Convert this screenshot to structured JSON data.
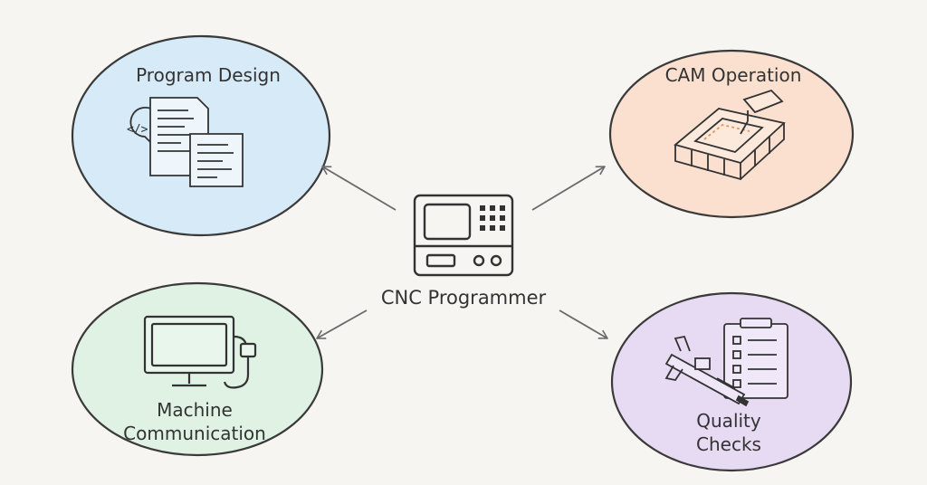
{
  "center": {
    "label": "CNC Programmer",
    "icon": "cnc-controller-icon"
  },
  "nodes": {
    "program_design": {
      "label": "Program Design",
      "color": "#d6eaf8",
      "icon": "code-documents-icon"
    },
    "cam_operation": {
      "label": "CAM Operation",
      "color": "#fbe0cf",
      "icon": "milling-block-icon"
    },
    "machine_communication": {
      "label_line1": "Machine",
      "label_line2": "Communication",
      "color": "#dff2e4",
      "icon": "monitor-cable-icon"
    },
    "quality_checks": {
      "label_line1": "Quality",
      "label_line2": "Checks",
      "color": "#e6dbf3",
      "icon": "caliper-checklist-icon"
    }
  },
  "colors": {
    "stroke": "#3a3a3a",
    "arrow": "#6a6a6a",
    "background": "#f6f5f1"
  }
}
